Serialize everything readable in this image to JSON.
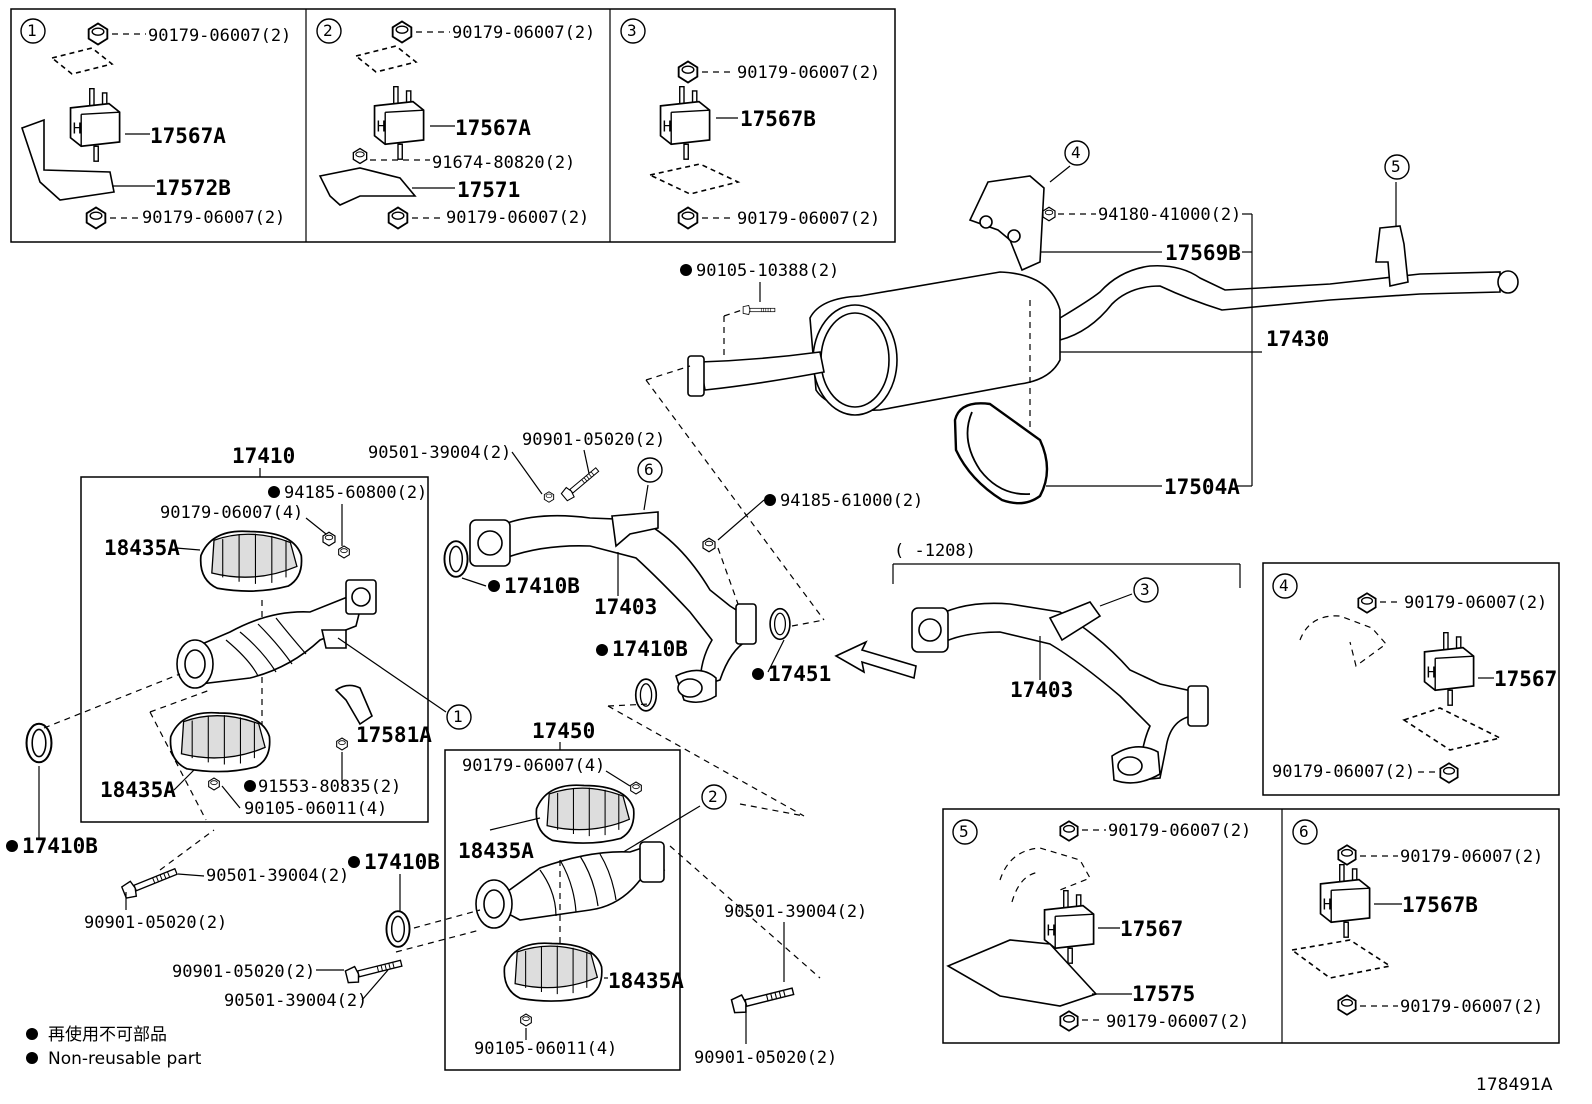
{
  "inset1": {
    "num": "1",
    "nut_top": "90179-06007(2)",
    "mount": "17567A",
    "bracket": "17572B",
    "nut_bottom": "90179-06007(2)"
  },
  "inset2": {
    "num": "2",
    "nut_top": "90179-06007(2)",
    "mount": "17567A",
    "bolt": "91674-80820(2)",
    "bracket": "17571",
    "nut_bottom": "90179-06007(2)"
  },
  "inset3": {
    "num": "3",
    "nut_top": "90179-06007(2)",
    "mount": "17567B",
    "nut_bottom": "90179-06007(2)"
  },
  "inset4": {
    "num": "4",
    "nut_top": "90179-06007(2)",
    "mount": "17567",
    "nut_bottom": "90179-06007(2)"
  },
  "inset5": {
    "num": "5",
    "nut_top": "90179-06007(2)",
    "mount": "17567",
    "bracket": "17575",
    "nut_bottom": "90179-06007(2)"
  },
  "inset6": {
    "num": "6",
    "nut_top": "90179-06007(2)",
    "mount": "17567B",
    "nut_bottom": "90179-06007(2)"
  },
  "muffler": {
    "callout4": "4",
    "callout5": "5",
    "bolt": "94180-41000(2)",
    "bracket": "17569B",
    "assembly": "17430",
    "bolt2": "90105-10388(2)",
    "hanger": "17504A"
  },
  "front": {
    "group": "17410",
    "nut_r": "94185-60800(2)",
    "nut": "90179-06007(4)",
    "conv_top": "18435A",
    "conv_bottom": "18435A",
    "gasket": "17410B",
    "gasket_left": "17410B",
    "bracket": "17581A",
    "screw": "91553-80835(2)",
    "bolt": "90105-06011(4)",
    "callout1": "1"
  },
  "pipe": {
    "bolt_a": "90501-39004(2)",
    "bolt_b": "90901-05020(2)",
    "callout6": "6",
    "nut_c": "94185-61000(2)",
    "pipe": "17403",
    "gasket_a": "17410B",
    "gasket_b": "17410B",
    "gasket_c": "17451"
  },
  "rear": {
    "group": "17450",
    "nut": "90179-06007(4)",
    "conv_top": "18435A",
    "conv_bottom": "18435A",
    "callout2": "2",
    "bolt": "90105-06011(4)"
  },
  "lower_left": {
    "bolt_a": "90501-39004(2)",
    "bolt_b": "90901-05020(2)",
    "gasket": "17410B",
    "bolt_c": "90901-05020(2)",
    "bolt_d": "90501-39004(2)",
    "bolt_e": "90501-39004(2)",
    "bolt_f": "90901-05020(2)"
  },
  "alt": {
    "range": "(      -1208)",
    "callout3": "3",
    "pipe": "17403"
  },
  "legend": {
    "jp": "再使用不可部品",
    "en": "Non-reusable part"
  },
  "ref": "178491A"
}
